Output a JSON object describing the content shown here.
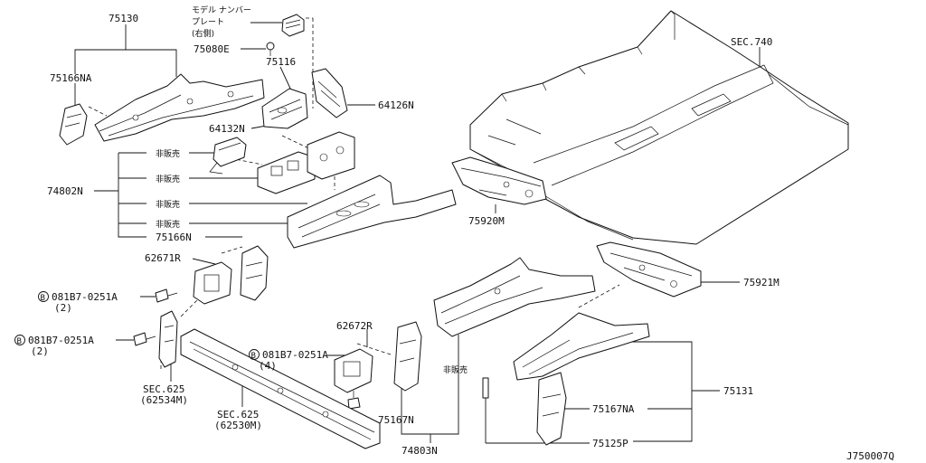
{
  "diagram_id": "J750007Q",
  "callouts": {
    "model_plate_line1": "モデル ナンバー",
    "model_plate_line2": "プレート",
    "model_plate_line3": "(右側)",
    "p75080E": "75080E",
    "p75130": "75130",
    "p75116": "75116",
    "p75166NA": "75166NA",
    "p64126N": "64126N",
    "p64132N": "64132N",
    "not_for_sale_1": "非販売",
    "not_for_sale_2": "非販売",
    "not_for_sale_3": "非販売",
    "not_for_sale_4": "非販売",
    "p74802N": "74802N",
    "p75166N": "75166N",
    "p62671R": "62671R",
    "bolt_a_code": "081B7-0251A",
    "bolt_a_qty": "(2)",
    "bolt_b_code": "081B7-0251A",
    "bolt_b_qty": "(2)",
    "bolt_c_code": "081B7-0251A",
    "bolt_c_qty": "(4)",
    "bolt_symbol": "B",
    "sec625_a": "SEC.625",
    "p62534M": "(62534M)",
    "sec625_b": "SEC.625",
    "p62530M": "(62530M)",
    "p62672R": "62672R",
    "p75167N": "75167N",
    "not_for_sale_5": "非販売",
    "p74803N": "74803N",
    "sec740": "SEC.740",
    "p75920M": "75920M",
    "p75921M": "75921M",
    "p75131": "75131",
    "p75167NA": "75167NA",
    "p75125P": "75125P"
  }
}
